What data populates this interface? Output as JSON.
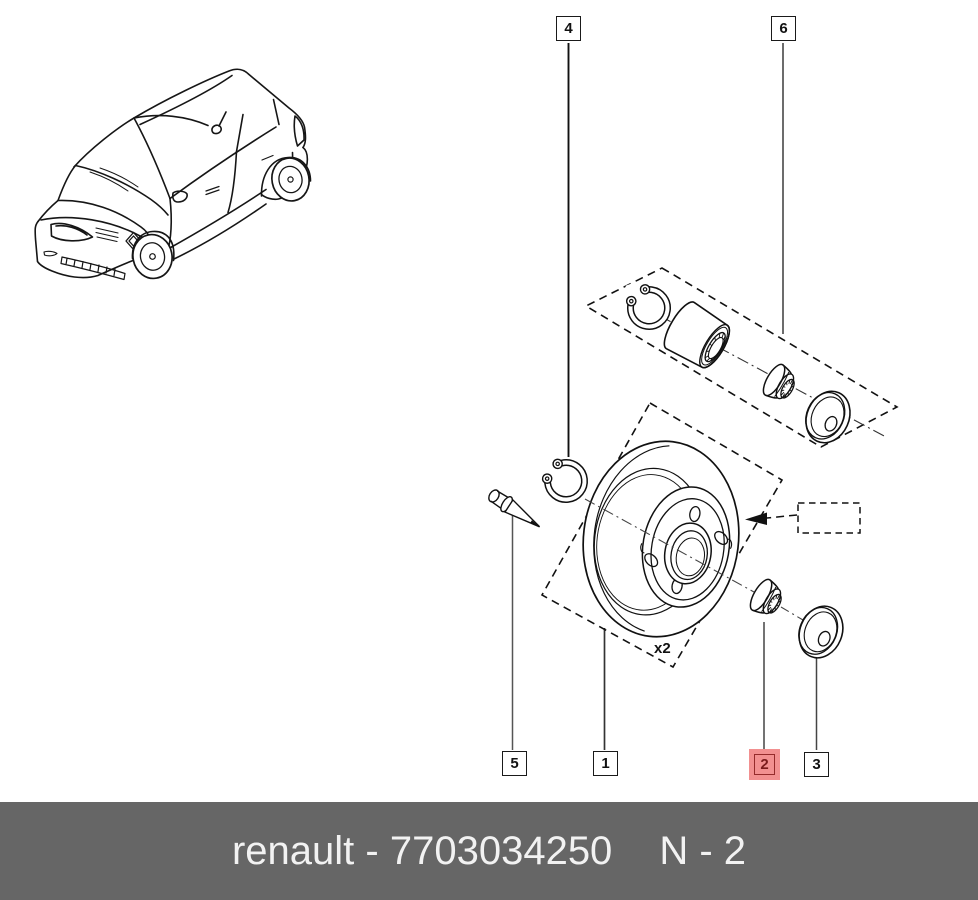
{
  "callouts": {
    "c1": {
      "label": "1"
    },
    "c2": {
      "label": "2",
      "highlighted": true,
      "highlight_fill": "#f29090",
      "highlight_border": "#952b2b",
      "highlight_text": "#7a1b1b"
    },
    "c3": {
      "label": "3"
    },
    "c4": {
      "label": "4"
    },
    "c5": {
      "label": "5"
    },
    "c6": {
      "label": "6"
    }
  },
  "diagram": {
    "multiplier_label": "x2",
    "line_color": "#1a1a1a"
  },
  "footer": {
    "brand": "renault",
    "separator": " - ",
    "part_number": "7703034250",
    "page_ref": "N - 2",
    "background": "#666666",
    "text_color": "#f2f2f2"
  }
}
